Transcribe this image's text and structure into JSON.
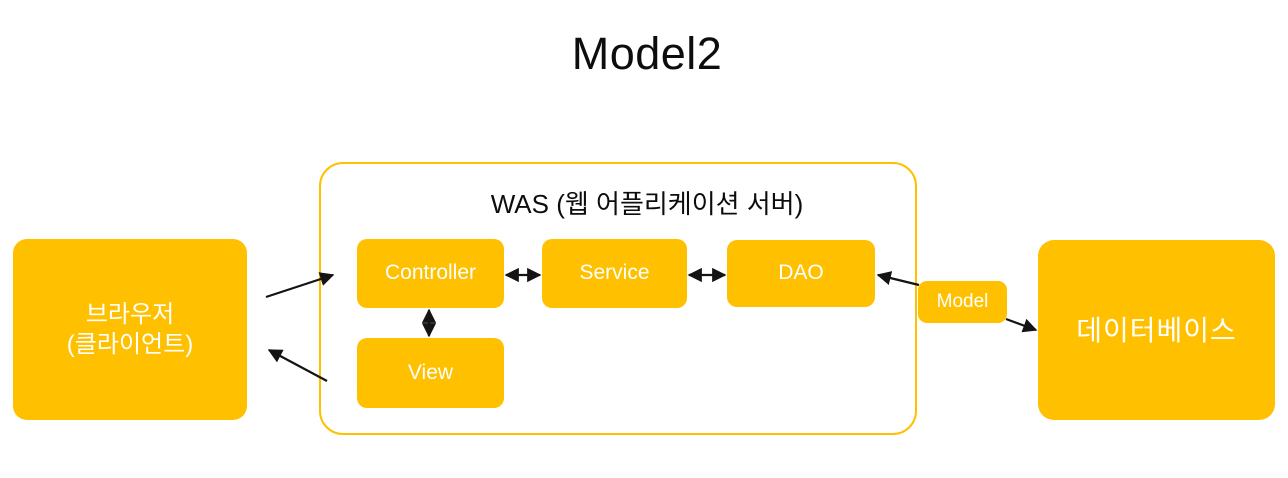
{
  "title": "Model2",
  "colors": {
    "accent": "#FFC000",
    "node_text": "#FFFFFF",
    "heading_text": "#0D0D0D",
    "arrow": "#141414"
  },
  "was": {
    "label": "WAS (웹 어플리케이션 서버)"
  },
  "nodes": {
    "browser": {
      "line1": "브라우저",
      "line2": "(클라이언트)"
    },
    "controller": {
      "label": "Controller"
    },
    "service": {
      "label": "Service"
    },
    "dao": {
      "label": "DAO"
    },
    "view": {
      "label": "View"
    },
    "model": {
      "label": "Model"
    },
    "database": {
      "label": "데이터베이스"
    }
  }
}
